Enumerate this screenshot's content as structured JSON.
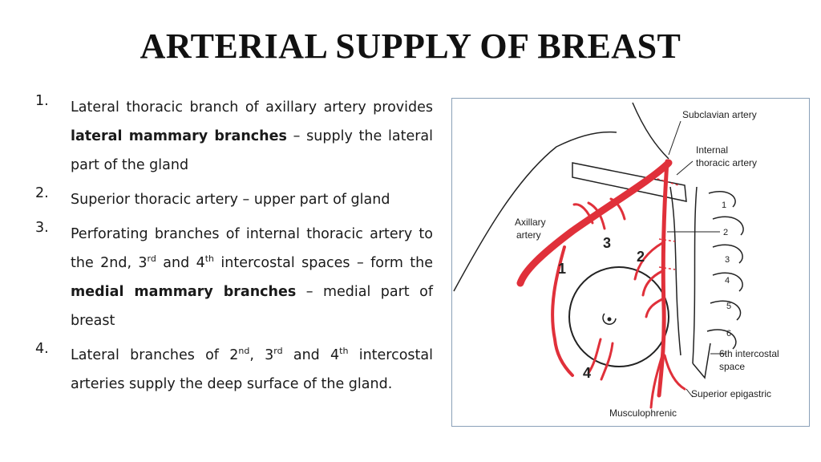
{
  "title": "ARTERIAL SUPPLY OF BREAST",
  "points": [
    {
      "num": "1.",
      "parts": [
        {
          "text": "Lateral thoracic branch of axillary artery provides "
        },
        {
          "text": "lateral mammary branches",
          "bold": true
        },
        {
          "text": " – supply the lateral part of the gland"
        }
      ]
    },
    {
      "num": "2.",
      "parts": [
        {
          "text": "Superior thoracic artery – upper part of gland"
        }
      ]
    },
    {
      "num": "3.",
      "parts": [
        {
          "text": "Perforating branches of internal thoracic artery to the 2nd, 3"
        },
        {
          "text": "rd",
          "sup": true
        },
        {
          "text": " and 4"
        },
        {
          "text": "th",
          "sup": true
        },
        {
          "text": " intercostal spaces – form the "
        },
        {
          "text": "medial mammary branches",
          "bold": true
        },
        {
          "text": " – medial part of breast"
        }
      ]
    },
    {
      "num": "4.",
      "parts": [
        {
          "text": "Lateral branches of 2"
        },
        {
          "text": "nd",
          "sup": true
        },
        {
          "text": ", 3"
        },
        {
          "text": "rd",
          "sup": true
        },
        {
          "text": " and 4"
        },
        {
          "text": "th",
          "sup": true
        },
        {
          "text": " intercostal arteries supply the deep surface of the gland."
        }
      ]
    }
  ],
  "diagram": {
    "labels": {
      "subclavian": "Subclavian artery",
      "internal_1": "Internal",
      "internal_2": "thoracic artery",
      "axillary_1": "Axillary",
      "axillary_2": "artery",
      "intercostal6_1": "6th intercostal",
      "intercostal6_2": "space",
      "sup_epigastric": "Superior epigastric",
      "musculophrenic": "Musculophrenic"
    },
    "branch_numbers": [
      "1",
      "2",
      "3",
      "4"
    ],
    "rib_numbers": [
      "1",
      "2",
      "3",
      "4",
      "5",
      "6"
    ],
    "colors": {
      "artery": "#e0303a",
      "outline": "#222222",
      "frame": "#8aa0b8"
    }
  }
}
